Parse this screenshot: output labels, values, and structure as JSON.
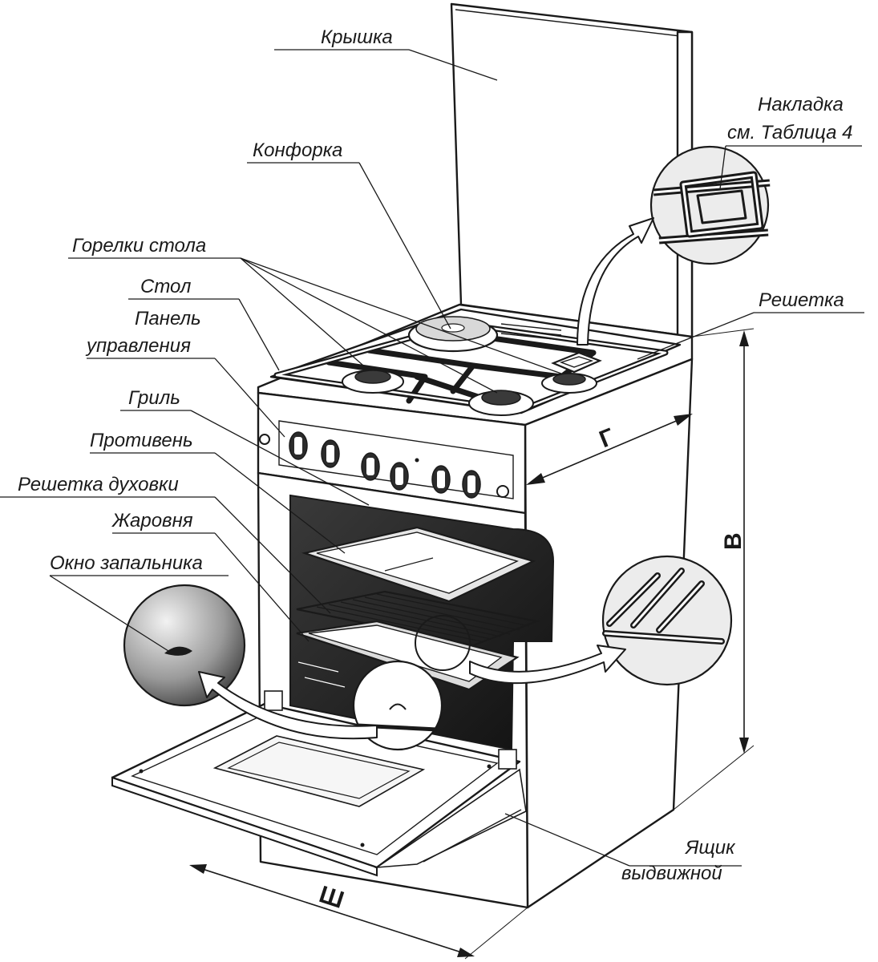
{
  "labels": {
    "lid": "Крышка",
    "trim_line1": "Накладка",
    "trim_line2": "см. Таблица 4",
    "burner_plate": "Конфорка",
    "table_burners": "Горелки стола",
    "cooktop": "Стол",
    "grate": "Решетка",
    "panel_line1": "Панель",
    "panel_line2": "управления",
    "grill": "Гриль",
    "baking_tray": "Противень",
    "oven_rack": "Решетка духовки",
    "roasting_pan": "Жаровня",
    "igniter_window": "Окно запальника",
    "drawer_line1": "Ящик",
    "drawer_line2": "выдвижной"
  },
  "dimensions": {
    "depth": "Г",
    "height": "В",
    "width": "Ш"
  },
  "colors": {
    "ink": "#1a1a1a",
    "oven_dark": "#1e1e1e",
    "shade": "#8a8a8a"
  }
}
